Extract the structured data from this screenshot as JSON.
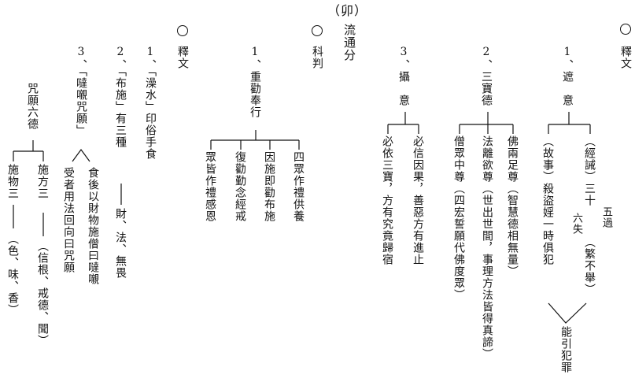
{
  "title": "（卯）",
  "col_releases_right": {
    "circle": "○",
    "label": "釋文"
  },
  "zhe_yi": {
    "head": "1、遮　意",
    "branch_a": "（經誡）三十",
    "branch_a_sub": "六失",
    "branch_a_sub2": "五過",
    "branch_a_end": "（繁不舉）",
    "branch_b": "（故事）殺盜婬一時俱犯",
    "bottom": "能引犯罪"
  },
  "san_bao_de": {
    "head": "2、三寶德",
    "items": [
      "佛兩足尊（智慧德相無量）",
      "法離欲尊（世出世間，事理方法皆得真諦）",
      "僧眾中尊（四宏誓願代佛度眾）"
    ]
  },
  "she_yi": {
    "head": "3、攝　意",
    "items": [
      "必信因果，善惡方有進止",
      "必依三寶，方有究竟歸宿"
    ]
  },
  "section_liutong": {
    "circle": "○",
    "label": "科判",
    "main": "流通分"
  },
  "zhong_quan": {
    "head": "1、重勸奉行",
    "items": [
      "四眾作禮供養",
      "因施即勸布施",
      "復勸勤念經戒",
      "眾皆作禮感恩"
    ]
  },
  "col_releases_left": {
    "circle": "○",
    "label": "釋文"
  },
  "zaoshui": "1、「澡水」印俗手食",
  "bushi": {
    "head": "2、「布施」有三種",
    "rest": "財、法、無畏"
  },
  "chenzhou": {
    "head": "3、「噠嚫咒願」",
    "items": [
      "食後以財物施僧曰噠嚫",
      "受者用法回向曰咒願"
    ]
  },
  "zhou_yuan": {
    "head": "咒願六德",
    "items": [
      {
        "a": "施方三",
        "b": "（信根、戒德、聞）"
      },
      {
        "a": "施物三",
        "b": "（色、味、香）"
      }
    ]
  }
}
